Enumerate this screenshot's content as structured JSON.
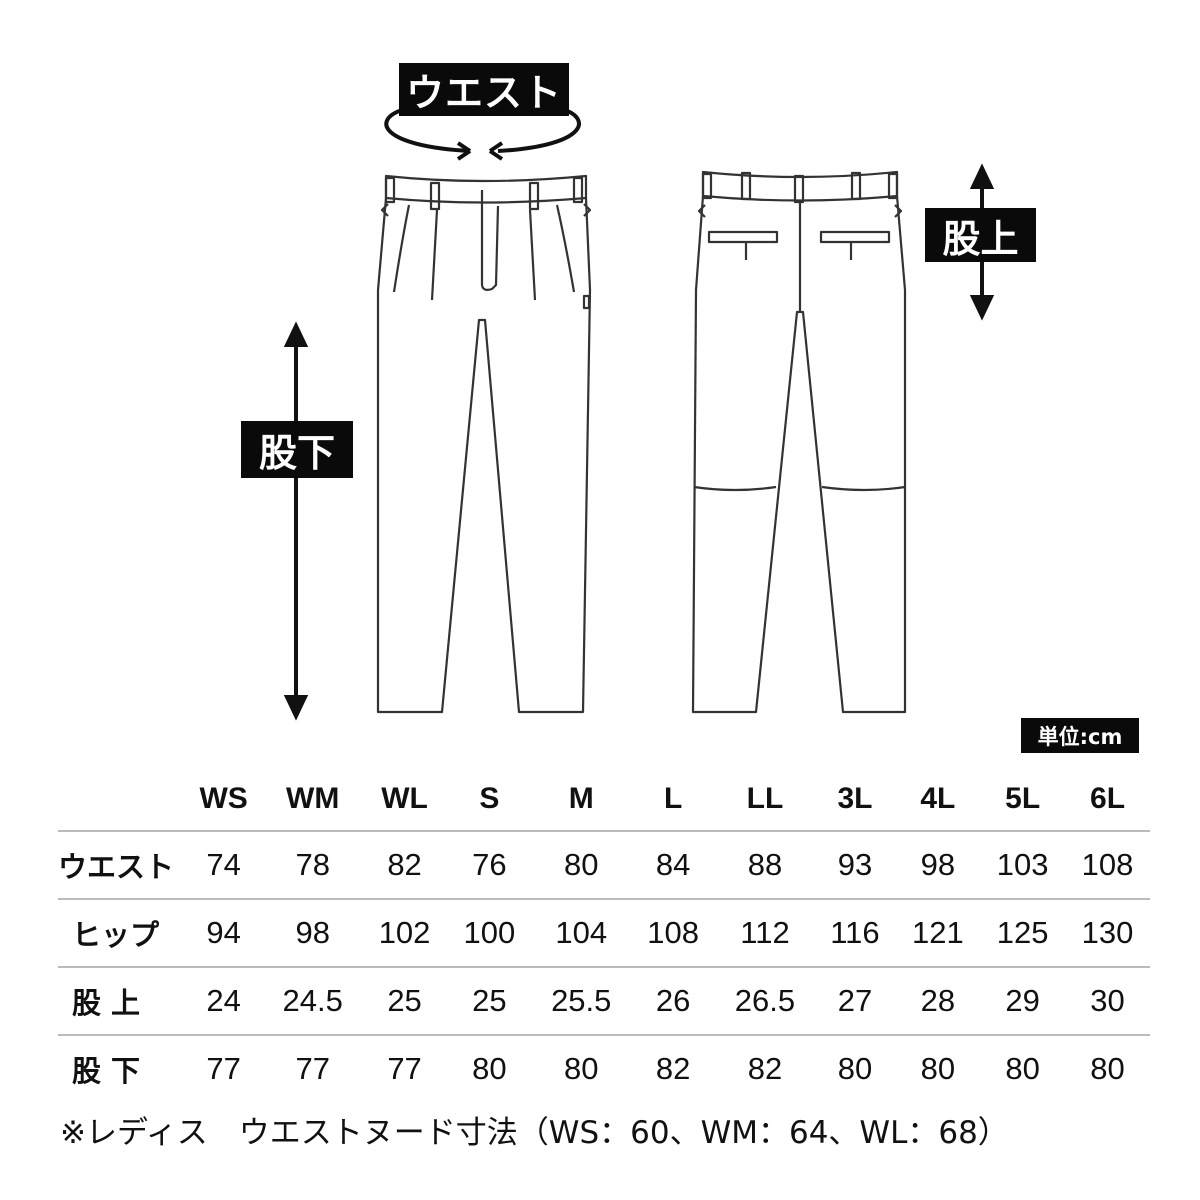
{
  "labels": {
    "waist": "ウエスト",
    "rise": "股上",
    "inseam": "股下",
    "unit": "単位:cm"
  },
  "table": {
    "sizes": [
      "WS",
      "WM",
      "WL",
      "S",
      "M",
      "L",
      "LL",
      "3L",
      "4L",
      "5L",
      "6L"
    ],
    "rows": [
      {
        "label": "ウエスト",
        "values": [
          "74",
          "78",
          "82",
          "76",
          "80",
          "84",
          "88",
          "93",
          "98",
          "103",
          "108"
        ]
      },
      {
        "label": "ヒップ",
        "values": [
          "94",
          "98",
          "102",
          "100",
          "104",
          "108",
          "112",
          "116",
          "121",
          "125",
          "130"
        ]
      },
      {
        "label": "股上",
        "values": [
          "24",
          "24.5",
          "25",
          "25",
          "25.5",
          "26",
          "26.5",
          "27",
          "28",
          "29",
          "30"
        ]
      },
      {
        "label": "股下",
        "values": [
          "77",
          "77",
          "77",
          "80",
          "80",
          "82",
          "82",
          "80",
          "80",
          "80",
          "80"
        ]
      }
    ]
  },
  "note": "※レディス　ウエストヌード寸法（WS：60、WM：64、WL：68）",
  "colors": {
    "line": "#2a2a2a",
    "tag_bg": "#0a0a0a",
    "rule": "#bbbbbb"
  }
}
